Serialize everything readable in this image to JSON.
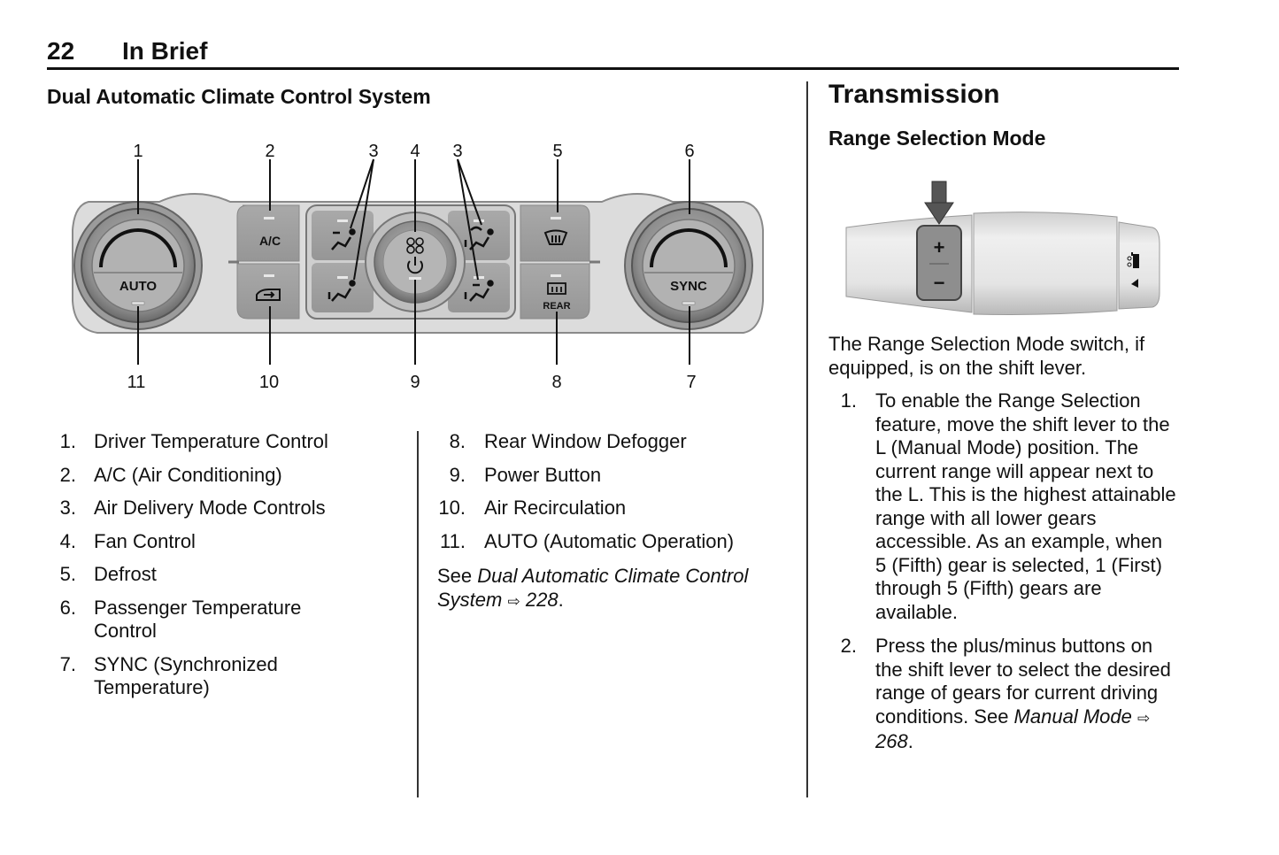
{
  "header": {
    "page_number": "22",
    "section": "In Brief"
  },
  "left": {
    "title": "Dual Automatic Climate Control System",
    "diagram": {
      "callouts_top": [
        "1",
        "2",
        "3",
        "4",
        "3",
        "5",
        "6"
      ],
      "callouts_bottom": [
        "11",
        "10",
        "9",
        "8",
        "7"
      ],
      "button_labels": {
        "ac": "A/C",
        "auto": "AUTO",
        "sync": "SYNC",
        "rear": "REAR"
      },
      "icons": [
        "vent-mode-icon",
        "floor-mode-icon",
        "defrost-floor-mode-icon",
        "bilevel-floor-mode-icon",
        "fan-icon",
        "power-icon",
        "front-defrost-icon",
        "rear-defog-icon",
        "recirculation-icon"
      ]
    },
    "legend_col1": [
      {
        "num": "1.",
        "text": "Driver Temperature Control"
      },
      {
        "num": "2.",
        "text": "A/C (Air Conditioning)"
      },
      {
        "num": "3.",
        "text": "Air Delivery Mode Controls"
      },
      {
        "num": "4.",
        "text": "Fan Control"
      },
      {
        "num": "5.",
        "text": "Defrost"
      },
      {
        "num": "6.",
        "text": "Passenger Temperature Control"
      },
      {
        "num": "7.",
        "text": "SYNC (Synchronized Temperature)"
      }
    ],
    "legend_col2": [
      {
        "num": "8.",
        "text": "Rear Window Defogger"
      },
      {
        "num": "9.",
        "text": "Power Button"
      },
      {
        "num": "10.",
        "text": "Air Recirculation"
      },
      {
        "num": "11.",
        "text": "AUTO (Automatic Operation)"
      }
    ],
    "see_ref": {
      "prefix": "See ",
      "link_text": "Dual Automatic Climate Control System",
      "arrow": "⇨",
      "page": "228",
      "suffix": "."
    }
  },
  "right": {
    "title": "Transmission",
    "subtitle": "Range Selection Mode",
    "lever": {
      "plus": "+",
      "minus": "−"
    },
    "intro": "The Range Selection Mode switch, if equipped, is on the shift lever.",
    "steps": [
      {
        "num": "1.",
        "text": "To enable the Range Selection feature, move the shift lever to the L (Manual Mode) position. The current range will appear next to the L. This is the highest attainable range with all lower gears accessible. As an example, when 5 (Fifth) gear is selected, 1 (First) through 5 (Fifth) gears are available."
      },
      {
        "num": "2.",
        "text": "Press the plus/minus buttons on the shift lever to select the desired range of gears for current driving conditions. See ",
        "link_text": "Manual Mode",
        "arrow": "⇨",
        "page": "268",
        "suffix": "."
      }
    ]
  }
}
